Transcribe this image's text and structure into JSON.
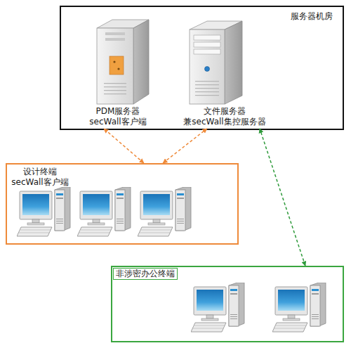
{
  "diagram": {
    "nodes": [
      {
        "text": [
          "服务器机房"
        ]
      },
      {
        "text": [
          "PDM服务器 secWall客户端"
        ],
        "in": 0
      },
      {
        "text": [
          "文件服务器 兼secWall集控服务器"
        ],
        "in": 0
      },
      {
        "text": [
          "设计终端 secWall客户端"
        ]
      },
      {
        "text": [
          "非涉密办公终端"
        ]
      }
    ],
    "edges": [
      {
        "from": 3,
        "to": 1,
        "arrow": "both"
      },
      {
        "from": 3,
        "to": 2,
        "arrow": "both"
      },
      {
        "from": 4,
        "to": 2,
        "arrow": "both"
      }
    ]
  }
}
